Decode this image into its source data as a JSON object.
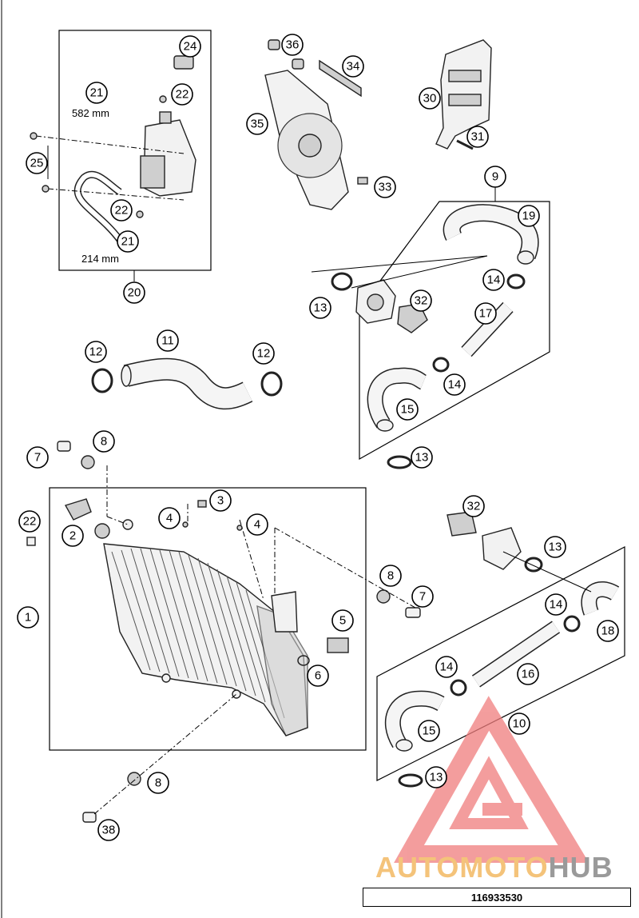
{
  "diagram": {
    "footer_code": "116933530",
    "dimensions": {
      "hose_upper": "582 mm",
      "hose_lower": "214 mm"
    },
    "callouts": [
      {
        "id": "c1",
        "label": "1"
      },
      {
        "id": "c2",
        "label": "2"
      },
      {
        "id": "c3",
        "label": "3"
      },
      {
        "id": "c4a",
        "label": "4"
      },
      {
        "id": "c4b",
        "label": "4"
      },
      {
        "id": "c5",
        "label": "5"
      },
      {
        "id": "c6",
        "label": "6"
      },
      {
        "id": "c7a",
        "label": "7"
      },
      {
        "id": "c7b",
        "label": "7"
      },
      {
        "id": "c8a",
        "label": "8"
      },
      {
        "id": "c8b",
        "label": "8"
      },
      {
        "id": "c8c",
        "label": "8"
      },
      {
        "id": "c9",
        "label": "9"
      },
      {
        "id": "c10",
        "label": "10"
      },
      {
        "id": "c11",
        "label": "11"
      },
      {
        "id": "c12a",
        "label": "12"
      },
      {
        "id": "c12b",
        "label": "12"
      },
      {
        "id": "c13a",
        "label": "13"
      },
      {
        "id": "c13b",
        "label": "13"
      },
      {
        "id": "c13c",
        "label": "13"
      },
      {
        "id": "c13d",
        "label": "13"
      },
      {
        "id": "c14a",
        "label": "14"
      },
      {
        "id": "c14b",
        "label": "14"
      },
      {
        "id": "c14c",
        "label": "14"
      },
      {
        "id": "c14d",
        "label": "14"
      },
      {
        "id": "c15a",
        "label": "15"
      },
      {
        "id": "c15b",
        "label": "15"
      },
      {
        "id": "c16",
        "label": "16"
      },
      {
        "id": "c17",
        "label": "17"
      },
      {
        "id": "c18",
        "label": "18"
      },
      {
        "id": "c19",
        "label": "19"
      },
      {
        "id": "c20",
        "label": "20"
      },
      {
        "id": "c21a",
        "label": "21"
      },
      {
        "id": "c21b",
        "label": "21"
      },
      {
        "id": "c22a",
        "label": "22"
      },
      {
        "id": "c22b",
        "label": "22"
      },
      {
        "id": "c22c",
        "label": "22"
      },
      {
        "id": "c24",
        "label": "24"
      },
      {
        "id": "c25",
        "label": "25"
      },
      {
        "id": "c30",
        "label": "30"
      },
      {
        "id": "c31",
        "label": "31"
      },
      {
        "id": "c32a",
        "label": "32"
      },
      {
        "id": "c32b",
        "label": "32"
      },
      {
        "id": "c33",
        "label": "33"
      },
      {
        "id": "c34",
        "label": "34"
      },
      {
        "id": "c35",
        "label": "35"
      },
      {
        "id": "c36",
        "label": "36"
      },
      {
        "id": "c38",
        "label": "38"
      }
    ]
  },
  "watermark": {
    "text_part1": "AUTOMOTO",
    "text_part2": "HUB",
    "color_primary": "#f07d7d",
    "color_secondary": "#f4c37a",
    "color_tertiary": "#9a9a9a"
  }
}
